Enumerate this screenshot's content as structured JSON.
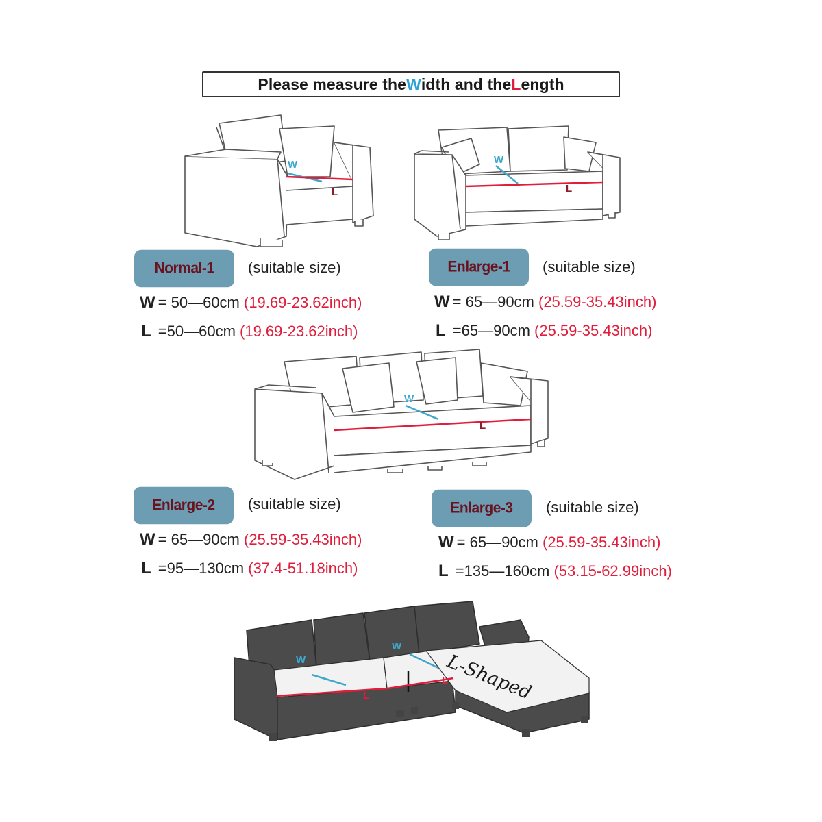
{
  "header": {
    "part1": "Please measure the ",
    "w_letter": "W",
    "part2": "idth and the ",
    "l_letter": "L",
    "part3": "ength"
  },
  "marker": {
    "w": "W",
    "l": "L"
  },
  "colors": {
    "badge": "#6d9db3",
    "badge_text": "#6a1320",
    "width_line": "#2aa3d4",
    "length_line": "#e01e3c"
  },
  "sizes": {
    "normal1": {
      "label": "Normal-1",
      "suitable": "(suitable size)",
      "w_key": "W",
      "w_text": "= 50—60cm ",
      "w_inch": "(19.69-23.62inch)",
      "l_key": "L",
      "l_text": " =50—60cm ",
      "l_inch": "(19.69-23.62inch)"
    },
    "enlarge1": {
      "label": "Enlarge-1",
      "suitable": "(suitable size)",
      "w_key": "W",
      "w_text": "= 65—90cm ",
      "w_inch": "(25.59-35.43inch)",
      "l_key": "L",
      "l_text": " =65—90cm ",
      "l_inch": "(25.59-35.43inch)"
    },
    "enlarge2": {
      "label": "Enlarge-2",
      "suitable": "(suitable size)",
      "w_key": "W",
      "w_text": "= 65—90cm ",
      "w_inch": "(25.59-35.43inch)",
      "l_key": "L",
      "l_text": " =95—130cm ",
      "l_inch": "(37.4-51.18inch)"
    },
    "enlarge3": {
      "label": "Enlarge-3",
      "suitable": "(suitable size)",
      "w_key": "W",
      "w_text": "= 65—90cm ",
      "w_inch": "(25.59-35.43inch)",
      "l_key": "L",
      "l_text": " =135—160cm ",
      "l_inch": "(53.15-62.99inch)"
    }
  },
  "lshaped": {
    "label": "L-Shaped"
  }
}
